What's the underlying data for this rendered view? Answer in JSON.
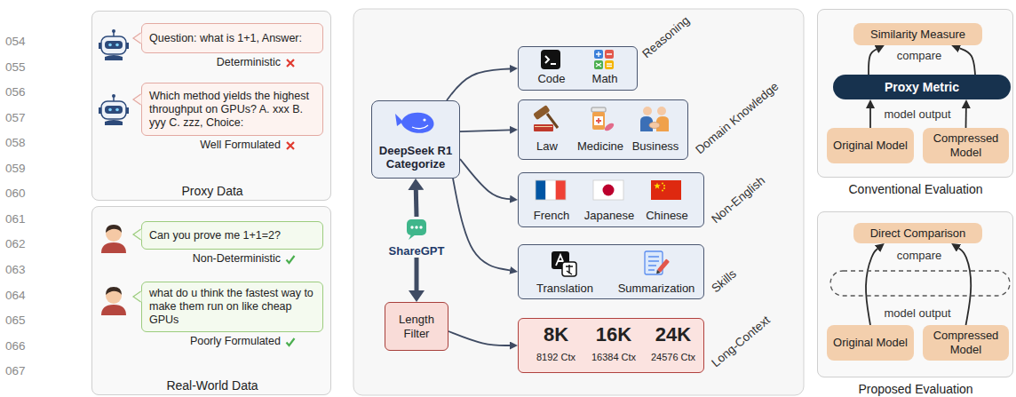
{
  "diagram": {
    "nodes": [
      {
        "text": [
          "Proxy Data"
        ]
      },
      {
        "text": [
          "Question: what is 1+1, Answer:",
          "Deterministic"
        ],
        "in": 0
      },
      {
        "text": [
          "Which method yields the highest throughput on GPUs? A. xxx B. yyy C. zzz, Choice:",
          "Well Formulated"
        ],
        "in": 0
      },
      {
        "text": [
          "Real-World Data"
        ]
      },
      {
        "text": [
          "Can you prove me 1+1=2?",
          "Non-Deterministic"
        ],
        "in": 3
      },
      {
        "text": [
          "what do u think the fastest way to make them run on like cheap GPUs",
          "Poorly Formulated"
        ],
        "in": 3
      },
      {
        "text": [
          "DeepSeek R1 Categorize"
        ]
      },
      {
        "text": [
          "ShareGPT"
        ]
      },
      {
        "text": [
          "Length Filter"
        ]
      },
      {
        "text": [
          "Code",
          "Math",
          "Reasoning"
        ]
      },
      {
        "text": [
          "Law",
          "Medicine",
          "Business",
          "Domain Knowledge"
        ]
      },
      {
        "text": [
          "French",
          "Japanese",
          "Chinese",
          "Non-English"
        ]
      },
      {
        "text": [
          "Translation",
          "Summarization",
          "Skills"
        ]
      },
      {
        "text": [
          "8K",
          "8192 Ctx",
          "16K",
          "16384 Ctx",
          "24K",
          "24576 Ctx",
          "Long-Context"
        ]
      },
      {
        "text": [
          "Conventional Evaluation"
        ]
      },
      {
        "text": [
          "Similarity Measure"
        ],
        "in": 14
      },
      {
        "text": [
          "Proxy Metric"
        ],
        "in": 14
      },
      {
        "text": [
          "Original Model"
        ],
        "in": 14
      },
      {
        "text": [
          "Compressed Model"
        ],
        "in": 14
      },
      {
        "text": [
          "Proposed Evaluation"
        ]
      },
      {
        "text": [
          "Direct Comparison"
        ],
        "in": 19
      },
      {
        "text": [
          "Original Model"
        ],
        "in": 19
      },
      {
        "text": [
          "Compressed Model"
        ],
        "in": 19
      }
    ],
    "edges": [
      {
        "from": 7,
        "to": 6,
        "arrow": "to"
      },
      {
        "from": 7,
        "to": 8,
        "arrow": "to"
      },
      {
        "from": 6,
        "to": 9,
        "arrow": "to"
      },
      {
        "from": 6,
        "to": 10,
        "arrow": "to"
      },
      {
        "from": 6,
        "to": 11,
        "arrow": "to"
      },
      {
        "from": 6,
        "to": 12,
        "arrow": "to"
      },
      {
        "from": 8,
        "to": 13,
        "arrow": "to"
      },
      {
        "from": 17,
        "to": 16,
        "arrow": "to"
      },
      {
        "from": 18,
        "to": 16,
        "arrow": "to"
      },
      {
        "from": 16,
        "to": 15,
        "arrow": "to"
      },
      {
        "from": 16,
        "to": 15,
        "arrow": "to"
      },
      {
        "from": 21,
        "to": 20,
        "arrow": "to"
      },
      {
        "from": 22,
        "to": 20,
        "arrow": "to"
      }
    ],
    "labels": [
      "054",
      "055",
      "056",
      "057",
      "058",
      "059",
      "060",
      "061",
      "062",
      "063",
      "064",
      "065",
      "066",
      "067",
      "compare",
      "model output",
      "compare",
      "model output"
    ]
  }
}
